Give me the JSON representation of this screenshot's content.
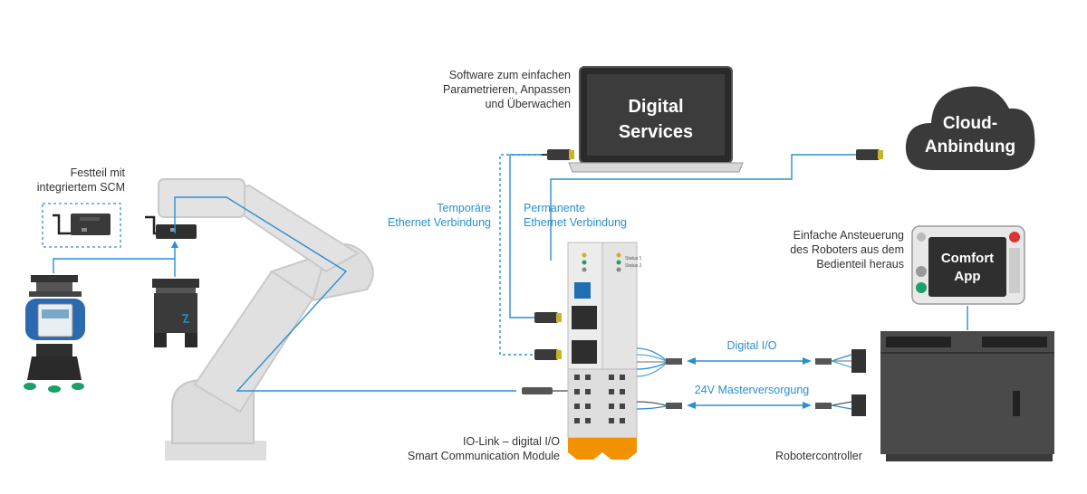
{
  "labels": {
    "software": [
      "Software zum einfachen",
      "Parametrieren, Anpassen",
      "und Überwachen"
    ],
    "digital_services": [
      "Digital",
      "Services"
    ],
    "cloud": [
      "Cloud-",
      "Anbindung"
    ],
    "festteil": [
      "Festteil mit",
      "integriertem SCM"
    ],
    "temporary_ethernet": [
      "Temporäre",
      "Ethernet Verbindung"
    ],
    "permanent_ethernet": [
      "Permanente",
      "Ethernet Verbindung"
    ],
    "teach_pendant": [
      "Einfache Ansteuerung",
      "des Roboters aus dem",
      "Bedienteil heraus"
    ],
    "comfort_app": [
      "Comfort",
      "App"
    ],
    "digital_io": "Digital I/O",
    "master_supply": "24V Masterversorgung",
    "module": [
      "IO-Link – digital I/O",
      "Smart Communication Module"
    ],
    "robot_controller": "Robotercontroller"
  },
  "module_leds": [
    "Status 1",
    "Status 2"
  ],
  "colors": {
    "blue": "#2a8fd0",
    "dark": "#333333",
    "robot_gray": "#dcdcdc",
    "module_orange": "#f39200",
    "device_dark": "#3a3a3a"
  }
}
